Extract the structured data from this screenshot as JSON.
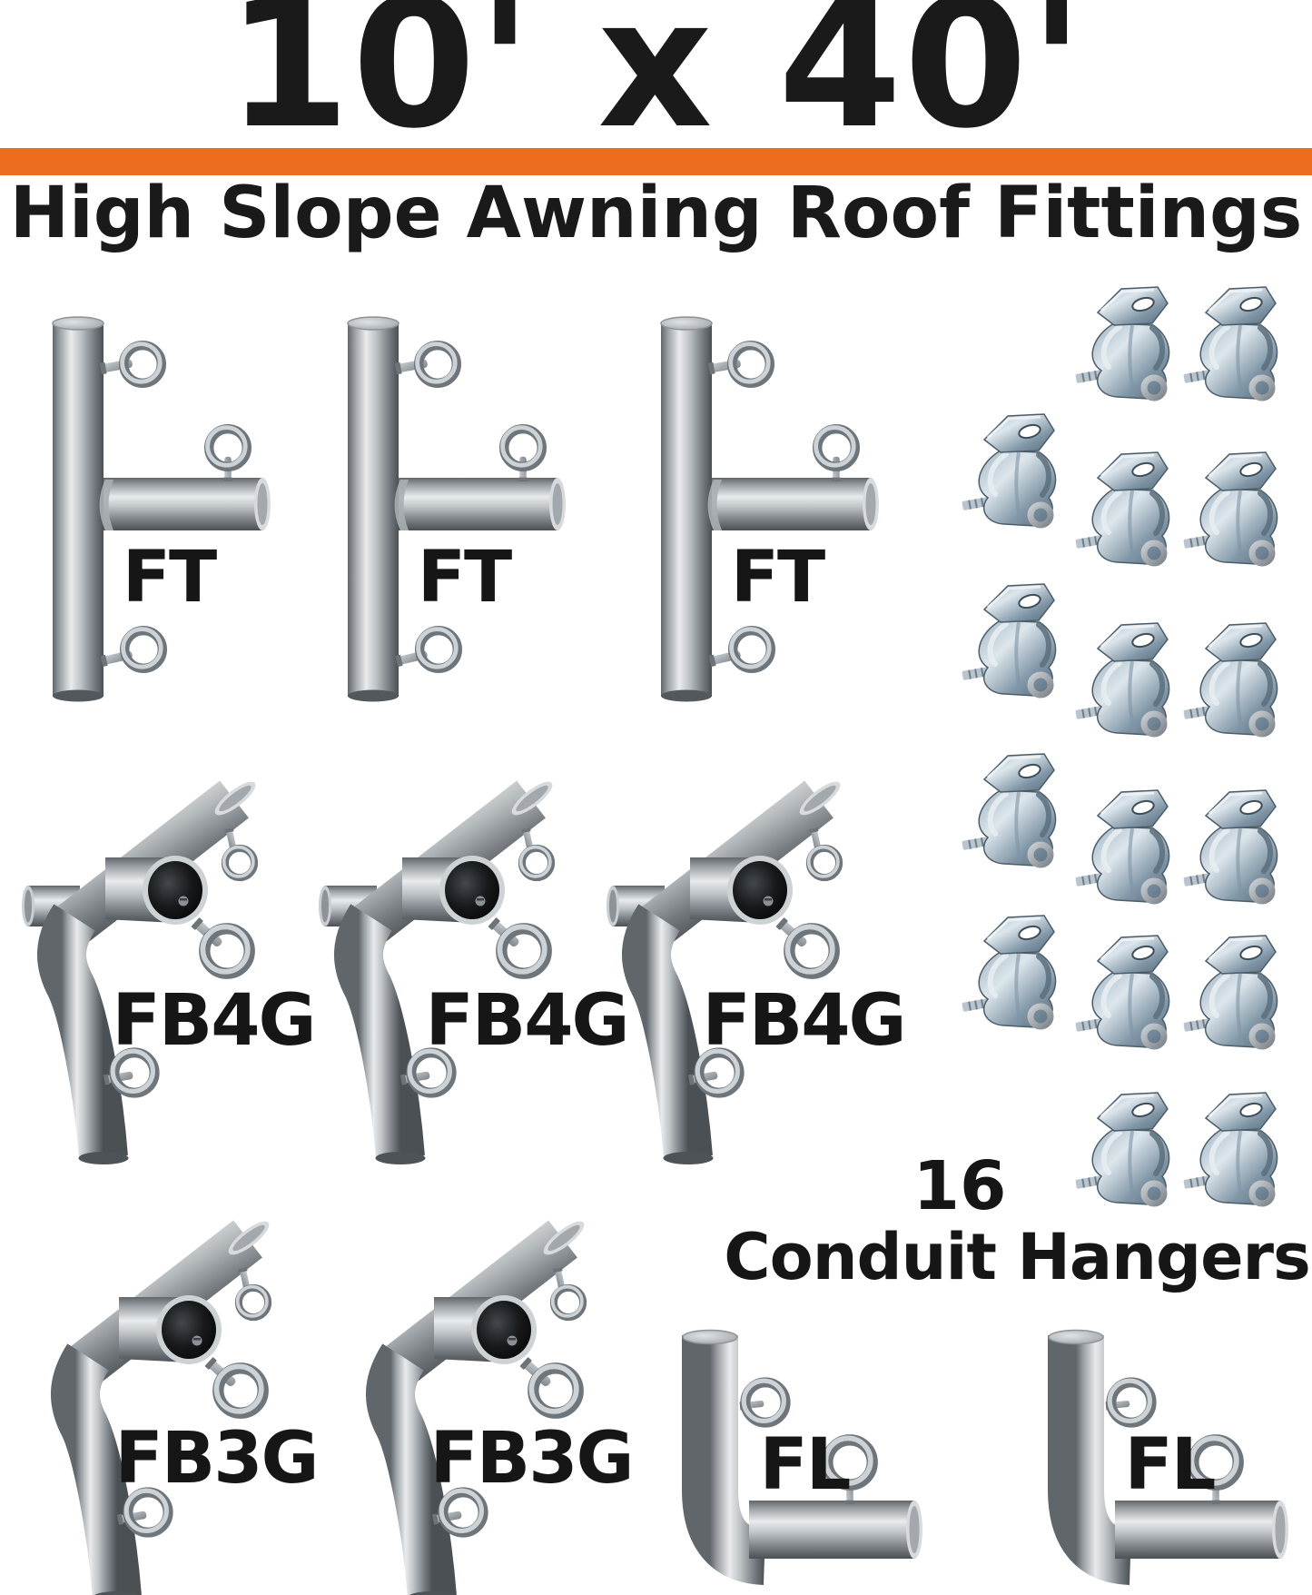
{
  "header": {
    "size_title": "10' x 40'",
    "subtitle": "High Slope Awning Roof Fittings"
  },
  "kit": {
    "fittings": {
      "ft": {
        "code": "FT",
        "quantity": 3
      },
      "fb4g": {
        "code": "FB4G",
        "quantity": 3
      },
      "fb3g": {
        "code": "FB3G",
        "quantity": 2
      },
      "fl": {
        "code": "FL",
        "quantity": 2
      }
    },
    "conduit_hangers": {
      "count": "16",
      "label": "Conduit Hangers",
      "quantity": 16
    }
  },
  "colors": {
    "accent_orange": "#ec6d1e",
    "text": "#1a1a1a",
    "background": "#ffffff",
    "steel_light": "#e9ebed",
    "steel_dark": "#4b5054",
    "hanger_steel_blue": "#8298a7"
  },
  "icons": {
    "ft_fitting": "tee-pipe-fitting-photo",
    "fb4g_fitting": "corner-socket-pipe-fitting-with-stub-photo",
    "fb3g_fitting": "corner-socket-pipe-fitting-photo",
    "fl_fitting": "elbow-pipe-fitting-photo",
    "conduit_hanger": "conduit-hanger-clamp-photo"
  }
}
